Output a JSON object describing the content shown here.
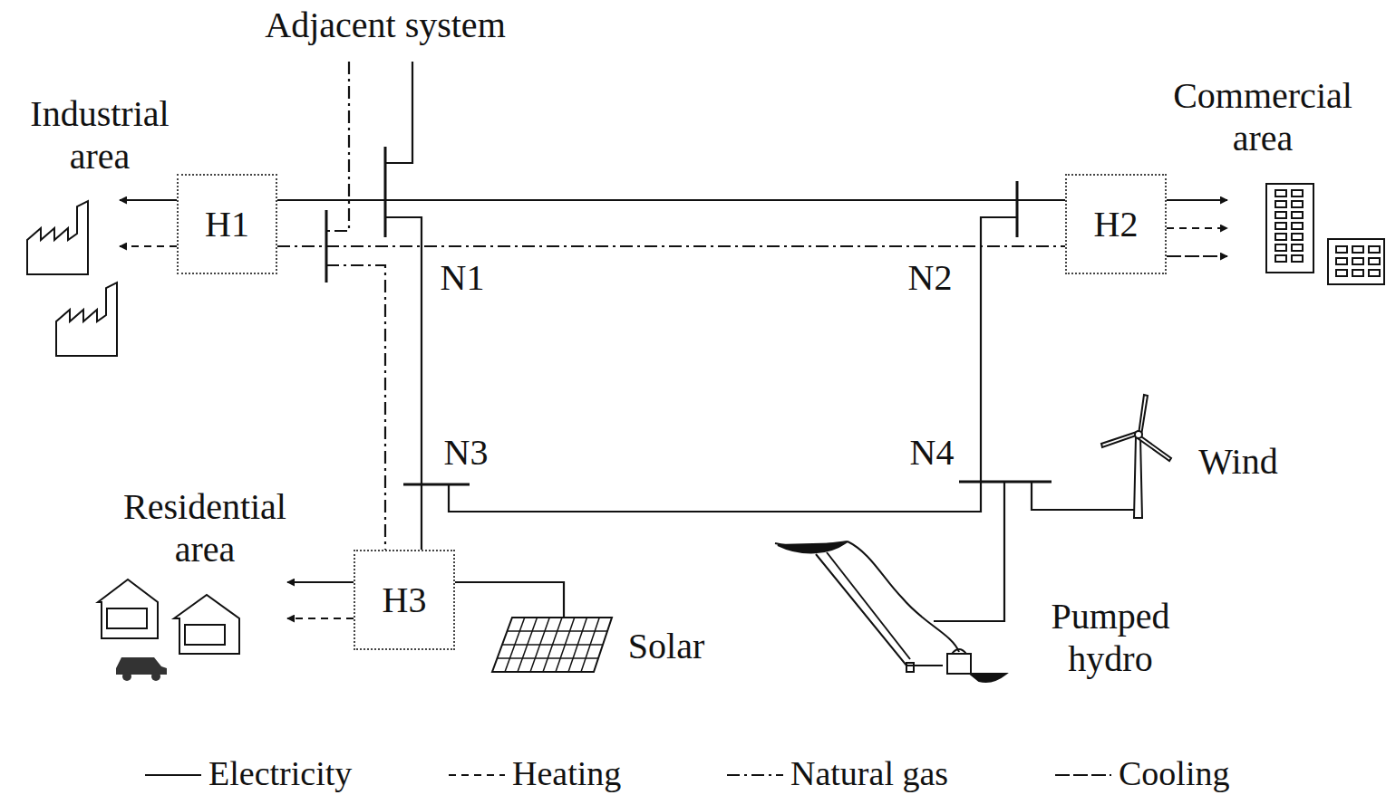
{
  "diagram": {
    "nodes": [
      {
        "text": [
          "H1"
        ]
      },
      {
        "text": [
          "H2"
        ]
      },
      {
        "text": [
          "H3"
        ]
      }
    ],
    "edges": [
      {
        "from": 0,
        "to": 1,
        "arrow": "none"
      },
      {
        "from": 0,
        "to": 1,
        "arrow": "none"
      }
    ],
    "labels": [
      "Adjacent system",
      "Industrial area",
      "Commercial area",
      "Residential area",
      "N1",
      "N2",
      "N3",
      "N4",
      "Wind",
      "Solar",
      "Pumped hydro"
    ],
    "legend": [
      {
        "text": "Electricity"
      },
      {
        "text": "Heating"
      },
      {
        "text": "Natural gas"
      },
      {
        "text": "Cooling"
      }
    ]
  }
}
